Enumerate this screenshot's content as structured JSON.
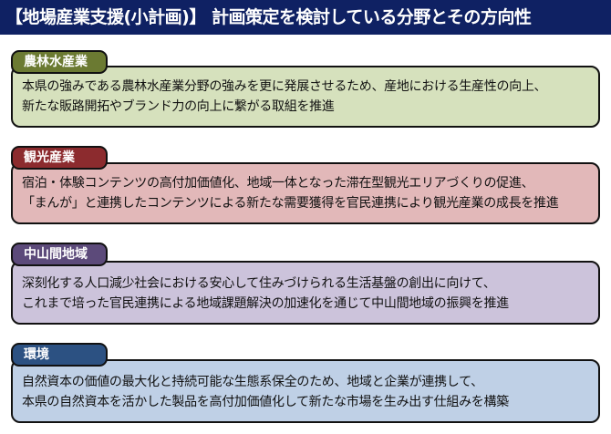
{
  "header": {
    "title": "【地場産業支援(小計画)】 計画策定を検討している分野とその方向性",
    "background": "#0f2163"
  },
  "sections": [
    {
      "label": "農林水産業",
      "tab_color": "#6b7a32",
      "body_color": "#d6e1bd",
      "lines": [
        "本県の強みである農林水産業分野の強みを更に発展させるため、産地における生産性の向上、",
        "新たな販路開拓やブランド力の向上に繋がる取組を推進"
      ]
    },
    {
      "label": "観光産業",
      "tab_color": "#8c2b2e",
      "body_color": "#e2b8b9",
      "lines": [
        "宿泊・体験コンテンツの高付加価値化、地域一体となった滞在型観光エリアづくりの促進、",
        "「まんが」と連携したコンテンツによる新たな需要獲得を官民連携により観光産業の成長を推進"
      ]
    },
    {
      "label": "中山間地域",
      "tab_color": "#5c4a7a",
      "body_color": "#ccc3db",
      "lines": [
        "深刻化する人口減少社会における安心して住みづけられる生活基盤の創出に向けて、",
        "これまで培った官民連携による地域課題解決の加速化を通じて中山間地域の振興を推進"
      ]
    },
    {
      "label": "環境",
      "tab_color": "#2c5182",
      "body_color": "#bfd0e6",
      "lines": [
        "自然資本の価値の最大化と持続可能な生態系保全のため、地域と企業が連携して、",
        "本県の自然資本を活かした製品を高付加価値化して新たな市場を生み出す仕組みを構築"
      ]
    }
  ]
}
